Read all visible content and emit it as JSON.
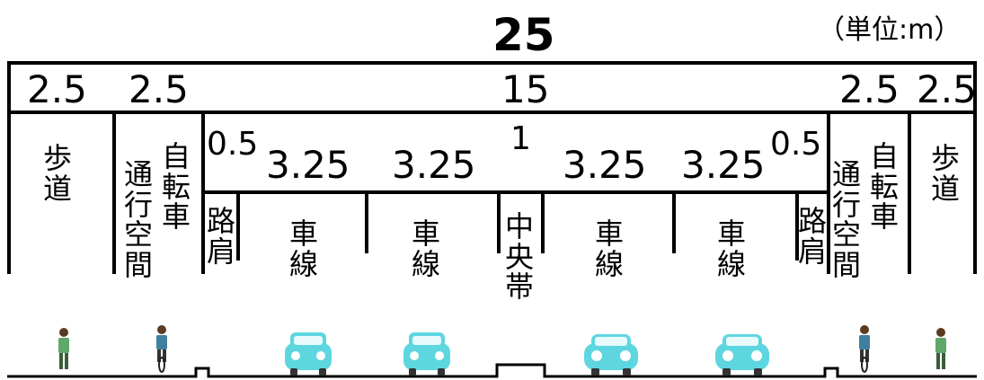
{
  "unit_note": "（単位:m）",
  "total_width": "25",
  "top_widths": {
    "sidewalk_left": "2.5",
    "bike_left": "2.5",
    "carriageway": "15",
    "bike_right": "2.5",
    "sidewalk_right": "2.5"
  },
  "sub_widths": {
    "shoulder_left": "0.5",
    "lane1": "3.25",
    "lane2": "3.25",
    "median": "1",
    "lane3": "3.25",
    "lane4": "3.25",
    "shoulder_right": "0.5"
  },
  "zones": {
    "sidewalk": "歩道",
    "bike_space_a": "自転車",
    "bike_space_b": "通行空間",
    "shoulder": "路肩",
    "lane": "車線",
    "median": "中央帯"
  },
  "icons": [
    "pedestrian-icon",
    "cyclist-icon",
    "car-icon"
  ],
  "colors": {
    "line": "#000000",
    "car_body": "#5dd6e0",
    "pedestrian_shirt": "#5fa86a",
    "cyclist_shirt": "#3f7fa0"
  }
}
